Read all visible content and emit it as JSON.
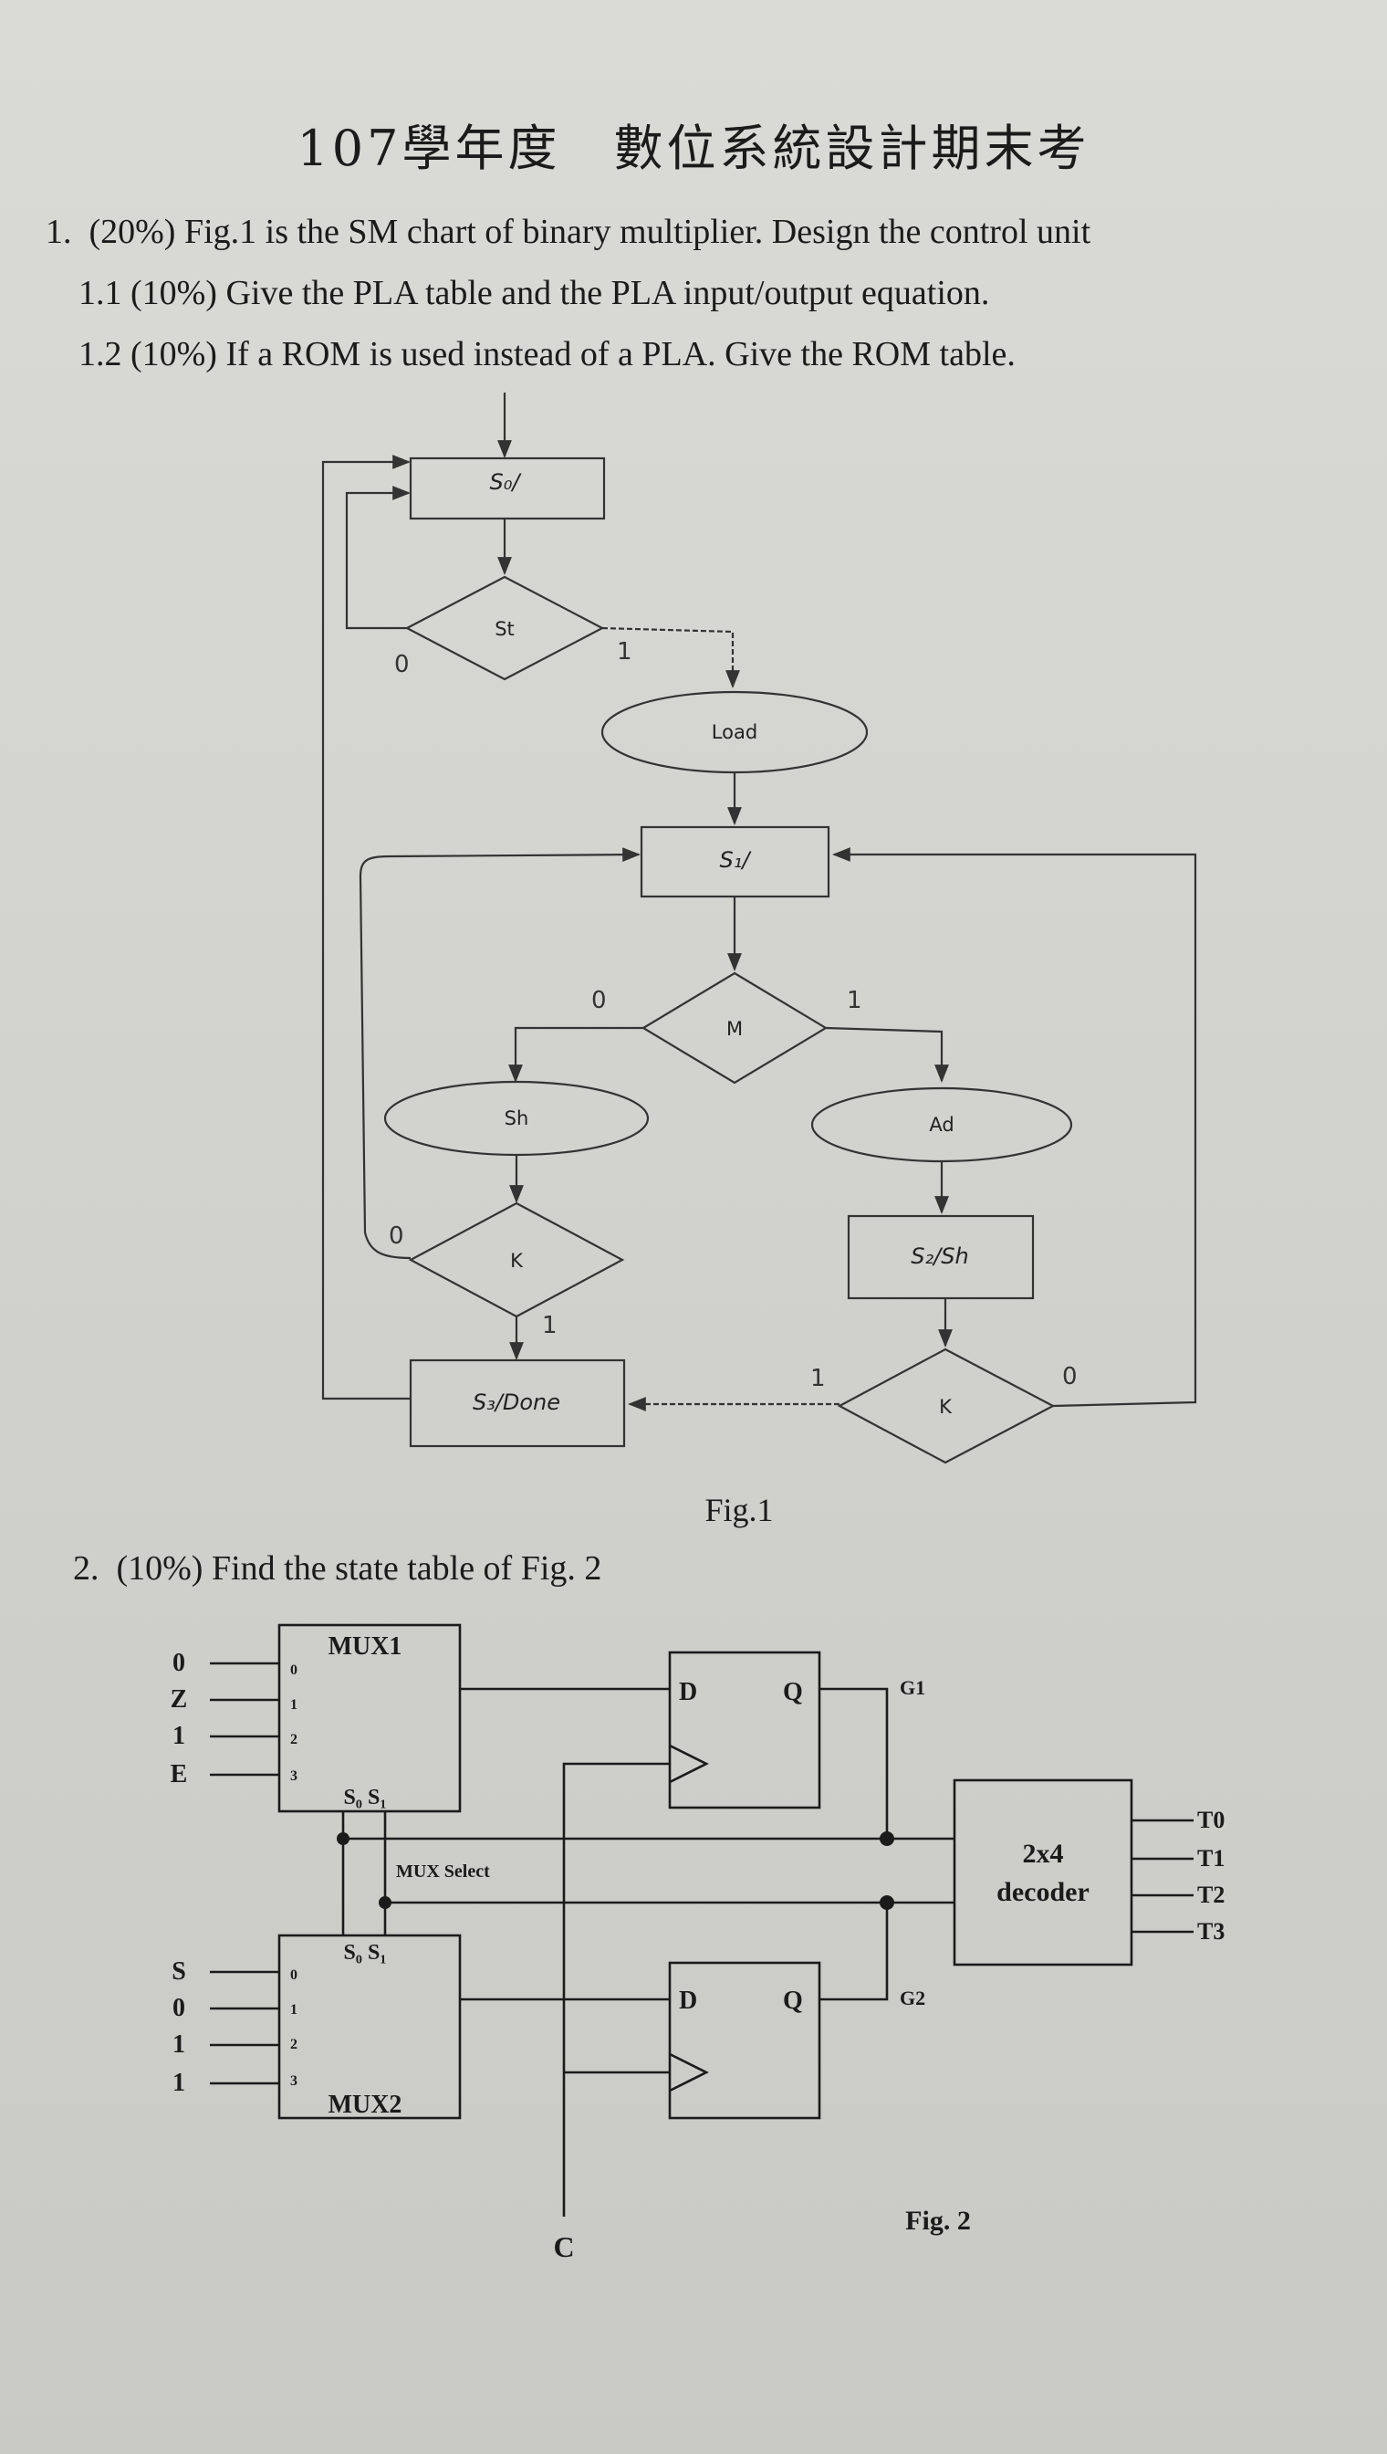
{
  "title": "107學年度　數位系統設計期末考",
  "q1": {
    "number": "1.",
    "text": "(20%) Fig.1 is the SM chart of binary multiplier. Design the control unit",
    "sub1": "1.1 (10%) Give the PLA table and the PLA input/output equation.",
    "sub2": "1.2 (10%) If a ROM is used instead of a PLA. Give the ROM table."
  },
  "fig1": {
    "caption": "Fig.1",
    "states": {
      "s0": "S₀/",
      "s1": "S₁/",
      "s2": "S₂/Sh",
      "s3": "S₃/Done"
    },
    "decisions": {
      "st": "St",
      "m": "M",
      "k_left": "K",
      "k_right": "K"
    },
    "outputs": {
      "load": "Load",
      "sh": "Sh",
      "ad": "Ad"
    },
    "branch_labels": {
      "st_0": "0",
      "st_1": "1",
      "m_0": "0",
      "m_1": "1",
      "k_left_0": "0",
      "k_left_1": "1",
      "k_right_1": "1",
      "k_right_0": "0"
    }
  },
  "q2": {
    "number": "2.",
    "text": "(10%) Find the state table of Fig. 2"
  },
  "fig2": {
    "caption": "Fig. 2",
    "mux1": {
      "name": "MUX1",
      "inputs": [
        "0",
        "Z",
        "1",
        "E"
      ],
      "pins": [
        "0",
        "1",
        "2",
        "3"
      ],
      "select": "S₀ S₁"
    },
    "mux2": {
      "name": "MUX2",
      "inputs": [
        "S",
        "0",
        "1",
        "1"
      ],
      "pins": [
        "0",
        "1",
        "2",
        "3"
      ],
      "select": "S₀ S₁"
    },
    "mux_select_label": "MUX Select",
    "ff1": {
      "d": "D",
      "q": "Q",
      "out": "G1"
    },
    "ff2": {
      "d": "D",
      "q": "Q",
      "out": "G2"
    },
    "decoder": {
      "line1": "2x4",
      "line2": "decoder",
      "outputs": [
        "T0",
        "T1",
        "T2",
        "T3"
      ]
    },
    "clock": "C"
  }
}
